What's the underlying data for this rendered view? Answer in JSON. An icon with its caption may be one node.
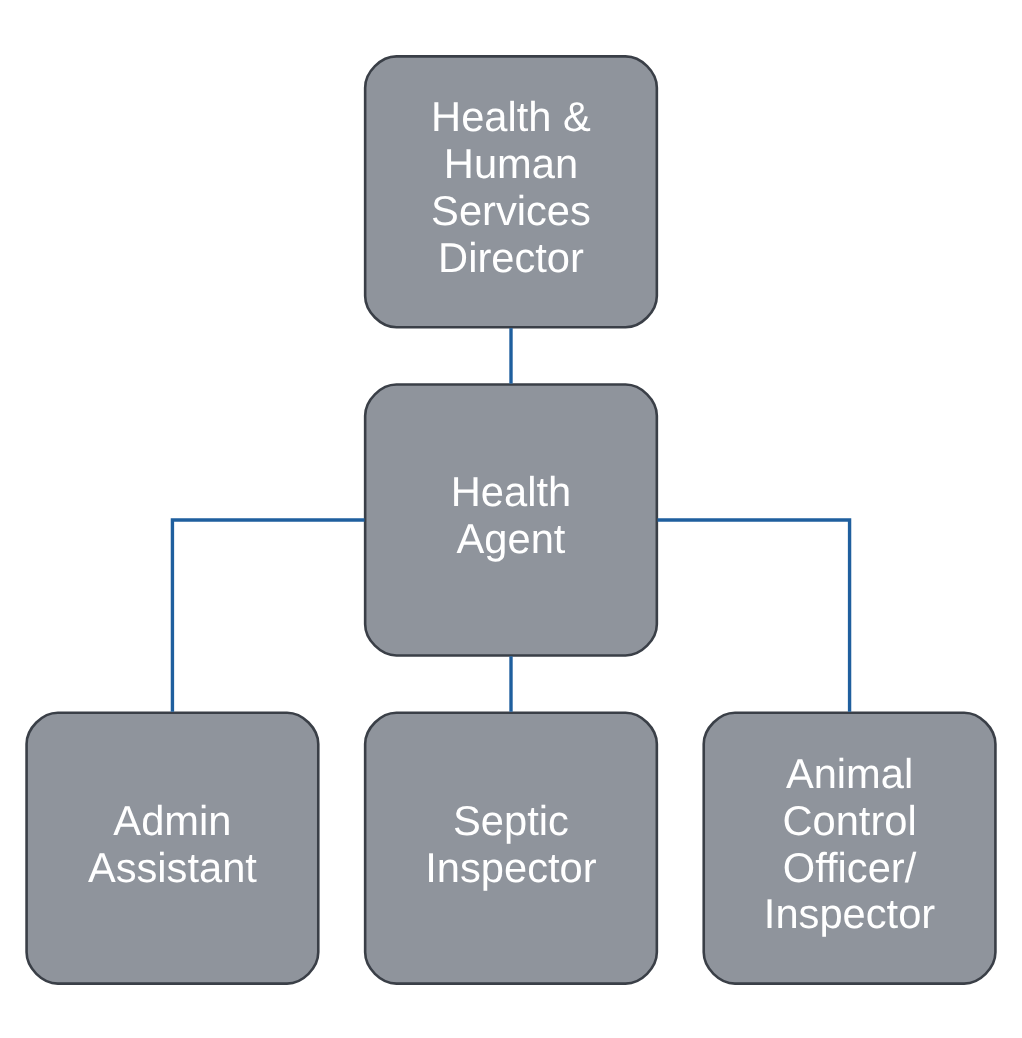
{
  "diagram": {
    "nodes": [
      {
        "text": [
          "Health & Human Services Director"
        ]
      },
      {
        "text": [
          "Health Agent"
        ]
      },
      {
        "text": [
          "Admin Assistant"
        ]
      },
      {
        "text": [
          "Septic Inspector"
        ]
      },
      {
        "text": [
          "Animal Control Officer/ Inspector"
        ]
      }
    ],
    "edges": [
      {
        "from": 0,
        "to": 1,
        "arrow": "none"
      },
      {
        "from": 1,
        "to": 2,
        "arrow": "none"
      },
      {
        "from": 1,
        "to": 3,
        "arrow": "none"
      },
      {
        "from": 1,
        "to": 4,
        "arrow": "none"
      }
    ]
  }
}
